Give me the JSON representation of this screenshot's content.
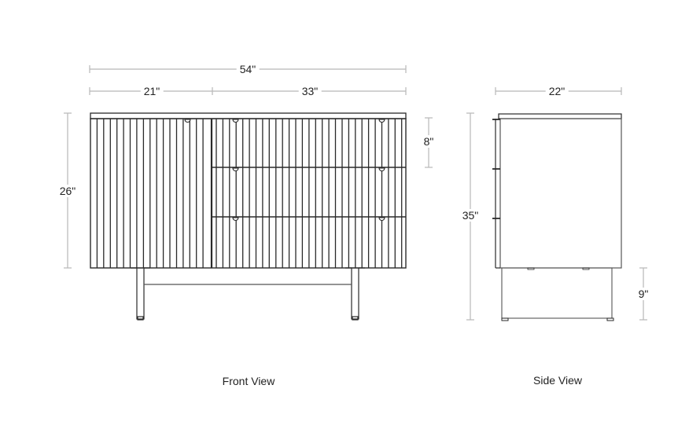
{
  "colors": {
    "outline": "#2a2a2a",
    "dimension": "#b8b8b8",
    "text": "#222222",
    "background": "#ffffff"
  },
  "front_view": {
    "label": "Front View",
    "dimensions": {
      "overall_width": "54\"",
      "left_section_width": "21\"",
      "right_section_width": "33\"",
      "cabinet_height": "26\"",
      "drawer_height": "8\""
    },
    "drawer_count": 3,
    "door_count": 1
  },
  "side_view": {
    "label": "Side View",
    "dimensions": {
      "depth": "22\"",
      "overall_height": "35\"",
      "leg_height": "9\""
    }
  }
}
